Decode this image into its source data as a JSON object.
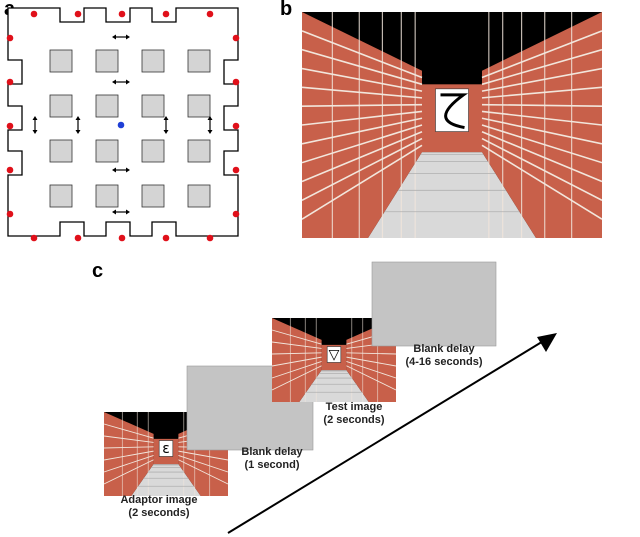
{
  "panels": {
    "a": "a",
    "b": "b",
    "c": "c"
  },
  "sequence": [
    {
      "kind": "corridor",
      "line1": "Adaptor image",
      "line2": "(2 seconds)",
      "symbol": "ε"
    },
    {
      "kind": "blank",
      "line1": "Blank delay",
      "line2": "(1 second)"
    },
    {
      "kind": "corridor",
      "line1": "Test image",
      "line2": "(2 seconds)",
      "symbol": "▽"
    },
    {
      "kind": "blank",
      "line1": "Blank delay",
      "line2": "(4-16 seconds)"
    }
  ],
  "colors": {
    "brick": "#c8604a",
    "mortar": "#f2e6dc",
    "floor": "#d9d9d9",
    "sky": "#000000",
    "blank": "#c4c4c4",
    "goal_dot": "#e0101a",
    "start_dot": "#1f3fd6",
    "pillar": "#d4d4d4"
  },
  "icons": [
    "double-arrow-icon",
    "time-arrow-icon"
  ]
}
